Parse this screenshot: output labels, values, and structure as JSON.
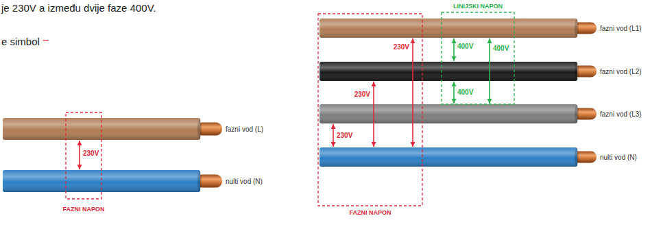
{
  "diagram": {
    "nodes": [
      {
        "text": [
          "fazni vod (L)"
        ]
      },
      {
        "text": [
          "nulti vod (N)"
        ]
      },
      {
        "text": [
          "fazni vod (L1)"
        ]
      },
      {
        "text": [
          "fazni vod (L2)"
        ]
      },
      {
        "text": [
          "fazni vod (L3)"
        ]
      },
      {
        "text": [
          "nulti vod (N)"
        ]
      }
    ],
    "edges": [
      {
        "from": 0,
        "to": 1,
        "arrow": "both",
        "label": "230V"
      },
      {
        "from": 2,
        "to": 5,
        "arrow": "both",
        "label": "230V"
      },
      {
        "from": 3,
        "to": 5,
        "arrow": "both",
        "label": "230V"
      },
      {
        "from": 4,
        "to": 5,
        "arrow": "both",
        "label": "230V"
      },
      {
        "from": 2,
        "to": 3,
        "arrow": "both",
        "label": "400V"
      },
      {
        "from": 2,
        "to": 4,
        "arrow": "both",
        "label": "400V"
      },
      {
        "from": 3,
        "to": 4,
        "arrow": "both",
        "label": "400V"
      }
    ],
    "labels": [
      "je 230V a između dvije faze 400V.",
      "e simbol",
      "~",
      "FAZNI NAPON",
      "LINIJSKI NAPON",
      "FAZNI NAPON"
    ]
  }
}
